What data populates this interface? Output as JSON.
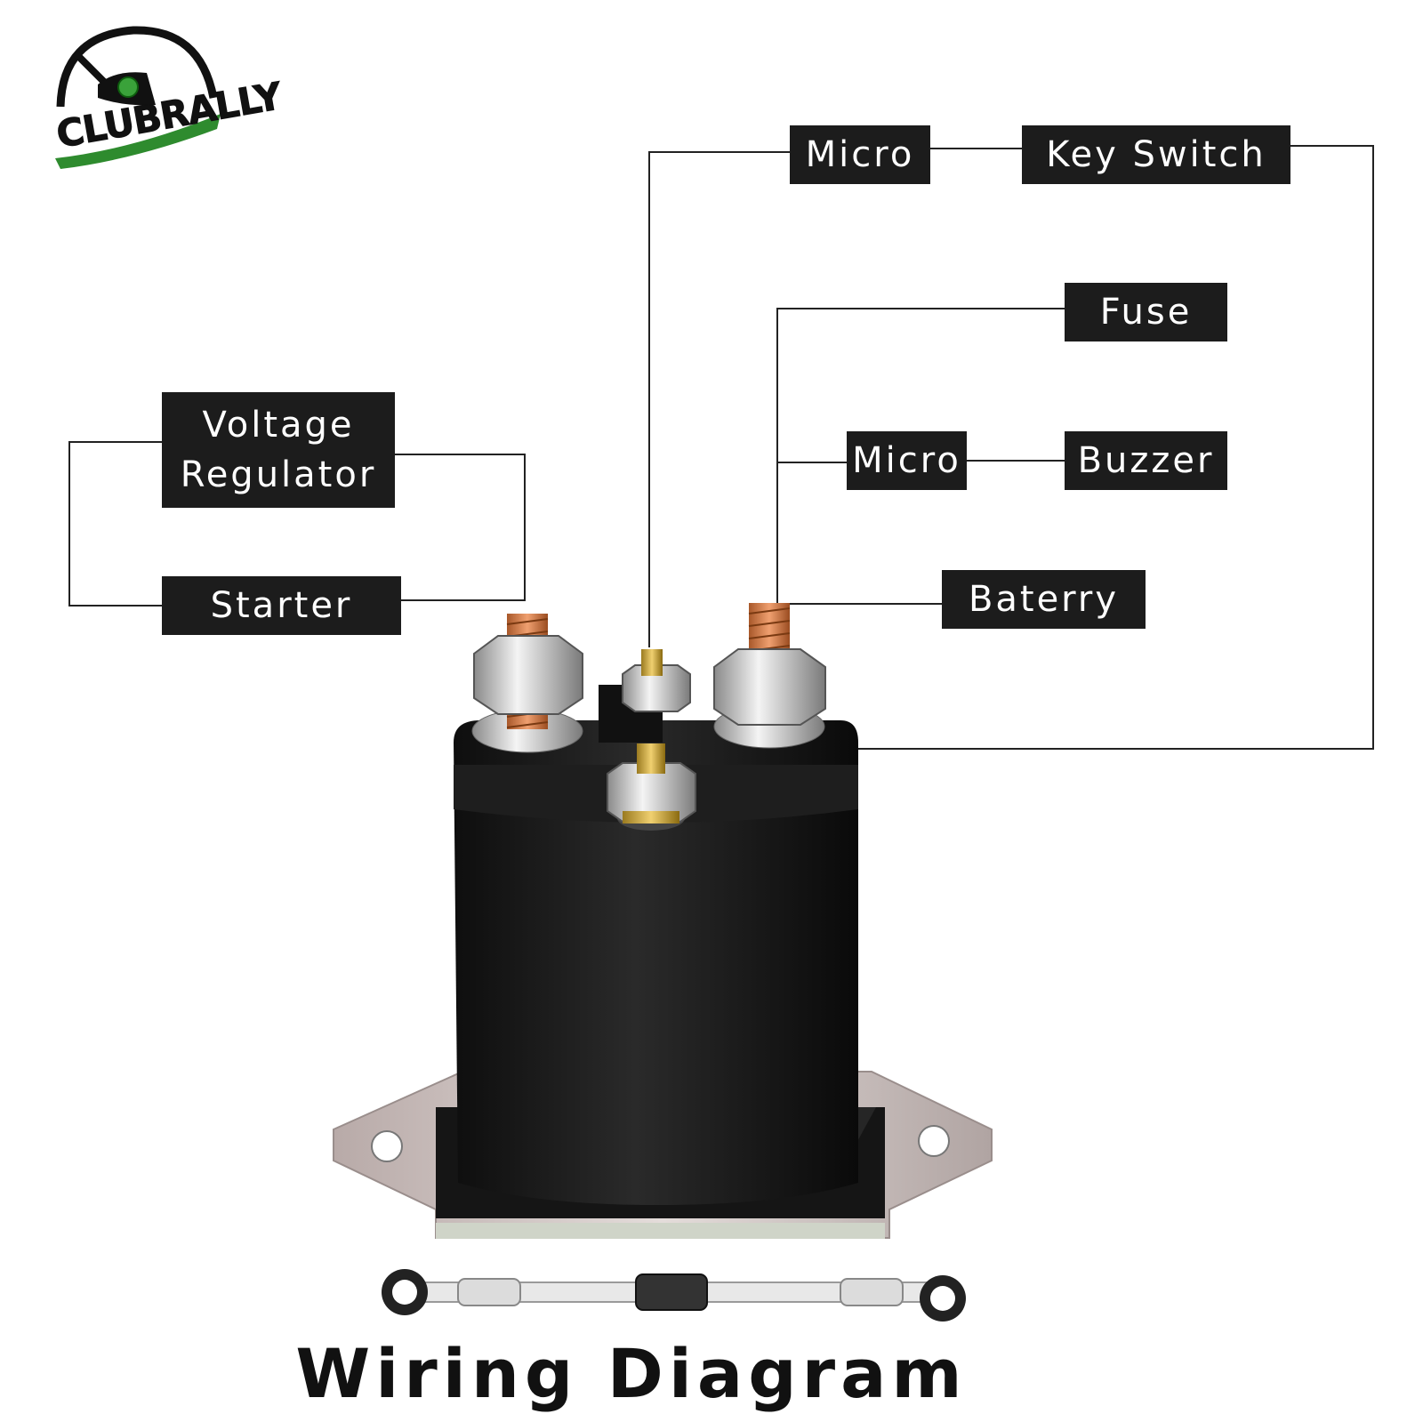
{
  "brand": {
    "name": "CLUBRALLY",
    "accent_color": "#2e8b2e"
  },
  "labels": {
    "micro_top": "Micro",
    "key_switch": "Key Switch",
    "fuse": "Fuse",
    "voltage_line1": "Voltage",
    "voltage_line2": "Regulator",
    "micro_mid": "Micro",
    "buzzer": "Buzzer",
    "starter": "Starter",
    "battery": "Baterry"
  },
  "title": "Wiring Diagram",
  "icons": [
    "golf-club-logo-icon",
    "solenoid-icon",
    "fuse-cable-icon"
  ]
}
